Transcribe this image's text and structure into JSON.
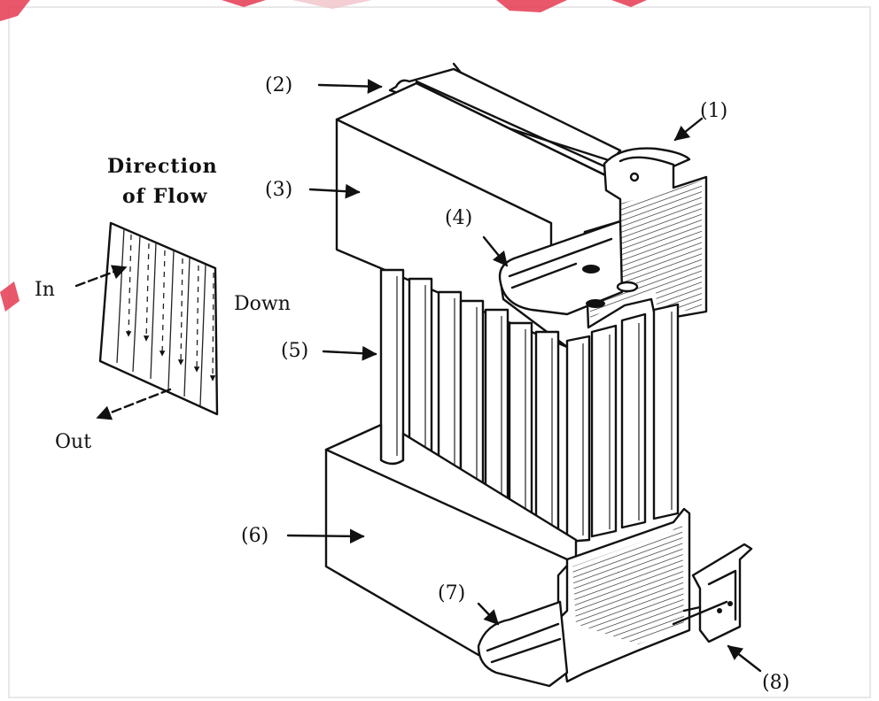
{
  "legend": {
    "title_line1": "Direction",
    "title_line2": "of Flow",
    "in_label": "In",
    "down_label": "Down",
    "out_label": "Out"
  },
  "callouts": [
    {
      "id": "1",
      "text": "(1)"
    },
    {
      "id": "2",
      "text": "(2)"
    },
    {
      "id": "3",
      "text": "(3)"
    },
    {
      "id": "4",
      "text": "(4)"
    },
    {
      "id": "5",
      "text": "(5)"
    },
    {
      "id": "6",
      "text": "(6)"
    },
    {
      "id": "7",
      "text": "(7)"
    },
    {
      "id": "8",
      "text": "(8)"
    }
  ],
  "colors": {
    "ink": "#111111",
    "background": "#ffffff",
    "frame": "#e8e8e8",
    "watermark": "#e53950"
  }
}
